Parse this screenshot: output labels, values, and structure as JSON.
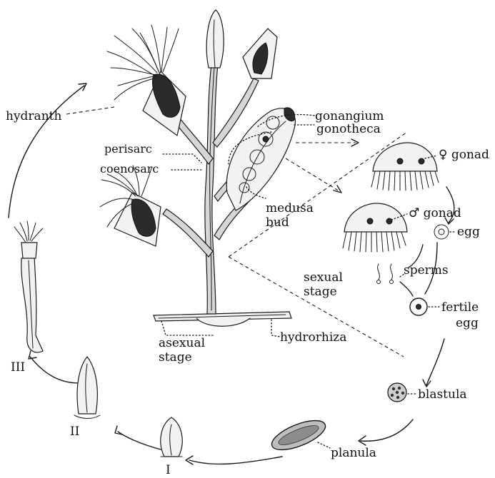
{
  "labels": {
    "hydranth": "hydranth",
    "gonangium": "gonangium",
    "gonotheca": "gonotheca",
    "perisarc": "perisarc",
    "coenosarc": "coenosarc",
    "medusa_bud_1": "medusa",
    "medusa_bud_2": "bud",
    "female_gonad": "♀ gonad",
    "male_gonad": "♂ gonad",
    "egg": "egg",
    "sperms": "sperms",
    "sexual_stage_1": "sexual",
    "sexual_stage_2": "stage",
    "fertile_egg_1": "fertile",
    "fertile_egg_2": "egg",
    "asexual_stage_1": "asexual",
    "asexual_stage_2": "stage",
    "hydrorhiza": "hydrorhiza",
    "blastula": "blastula",
    "planula": "planula",
    "stage_1": "I",
    "stage_2": "II",
    "stage_3": "III"
  }
}
